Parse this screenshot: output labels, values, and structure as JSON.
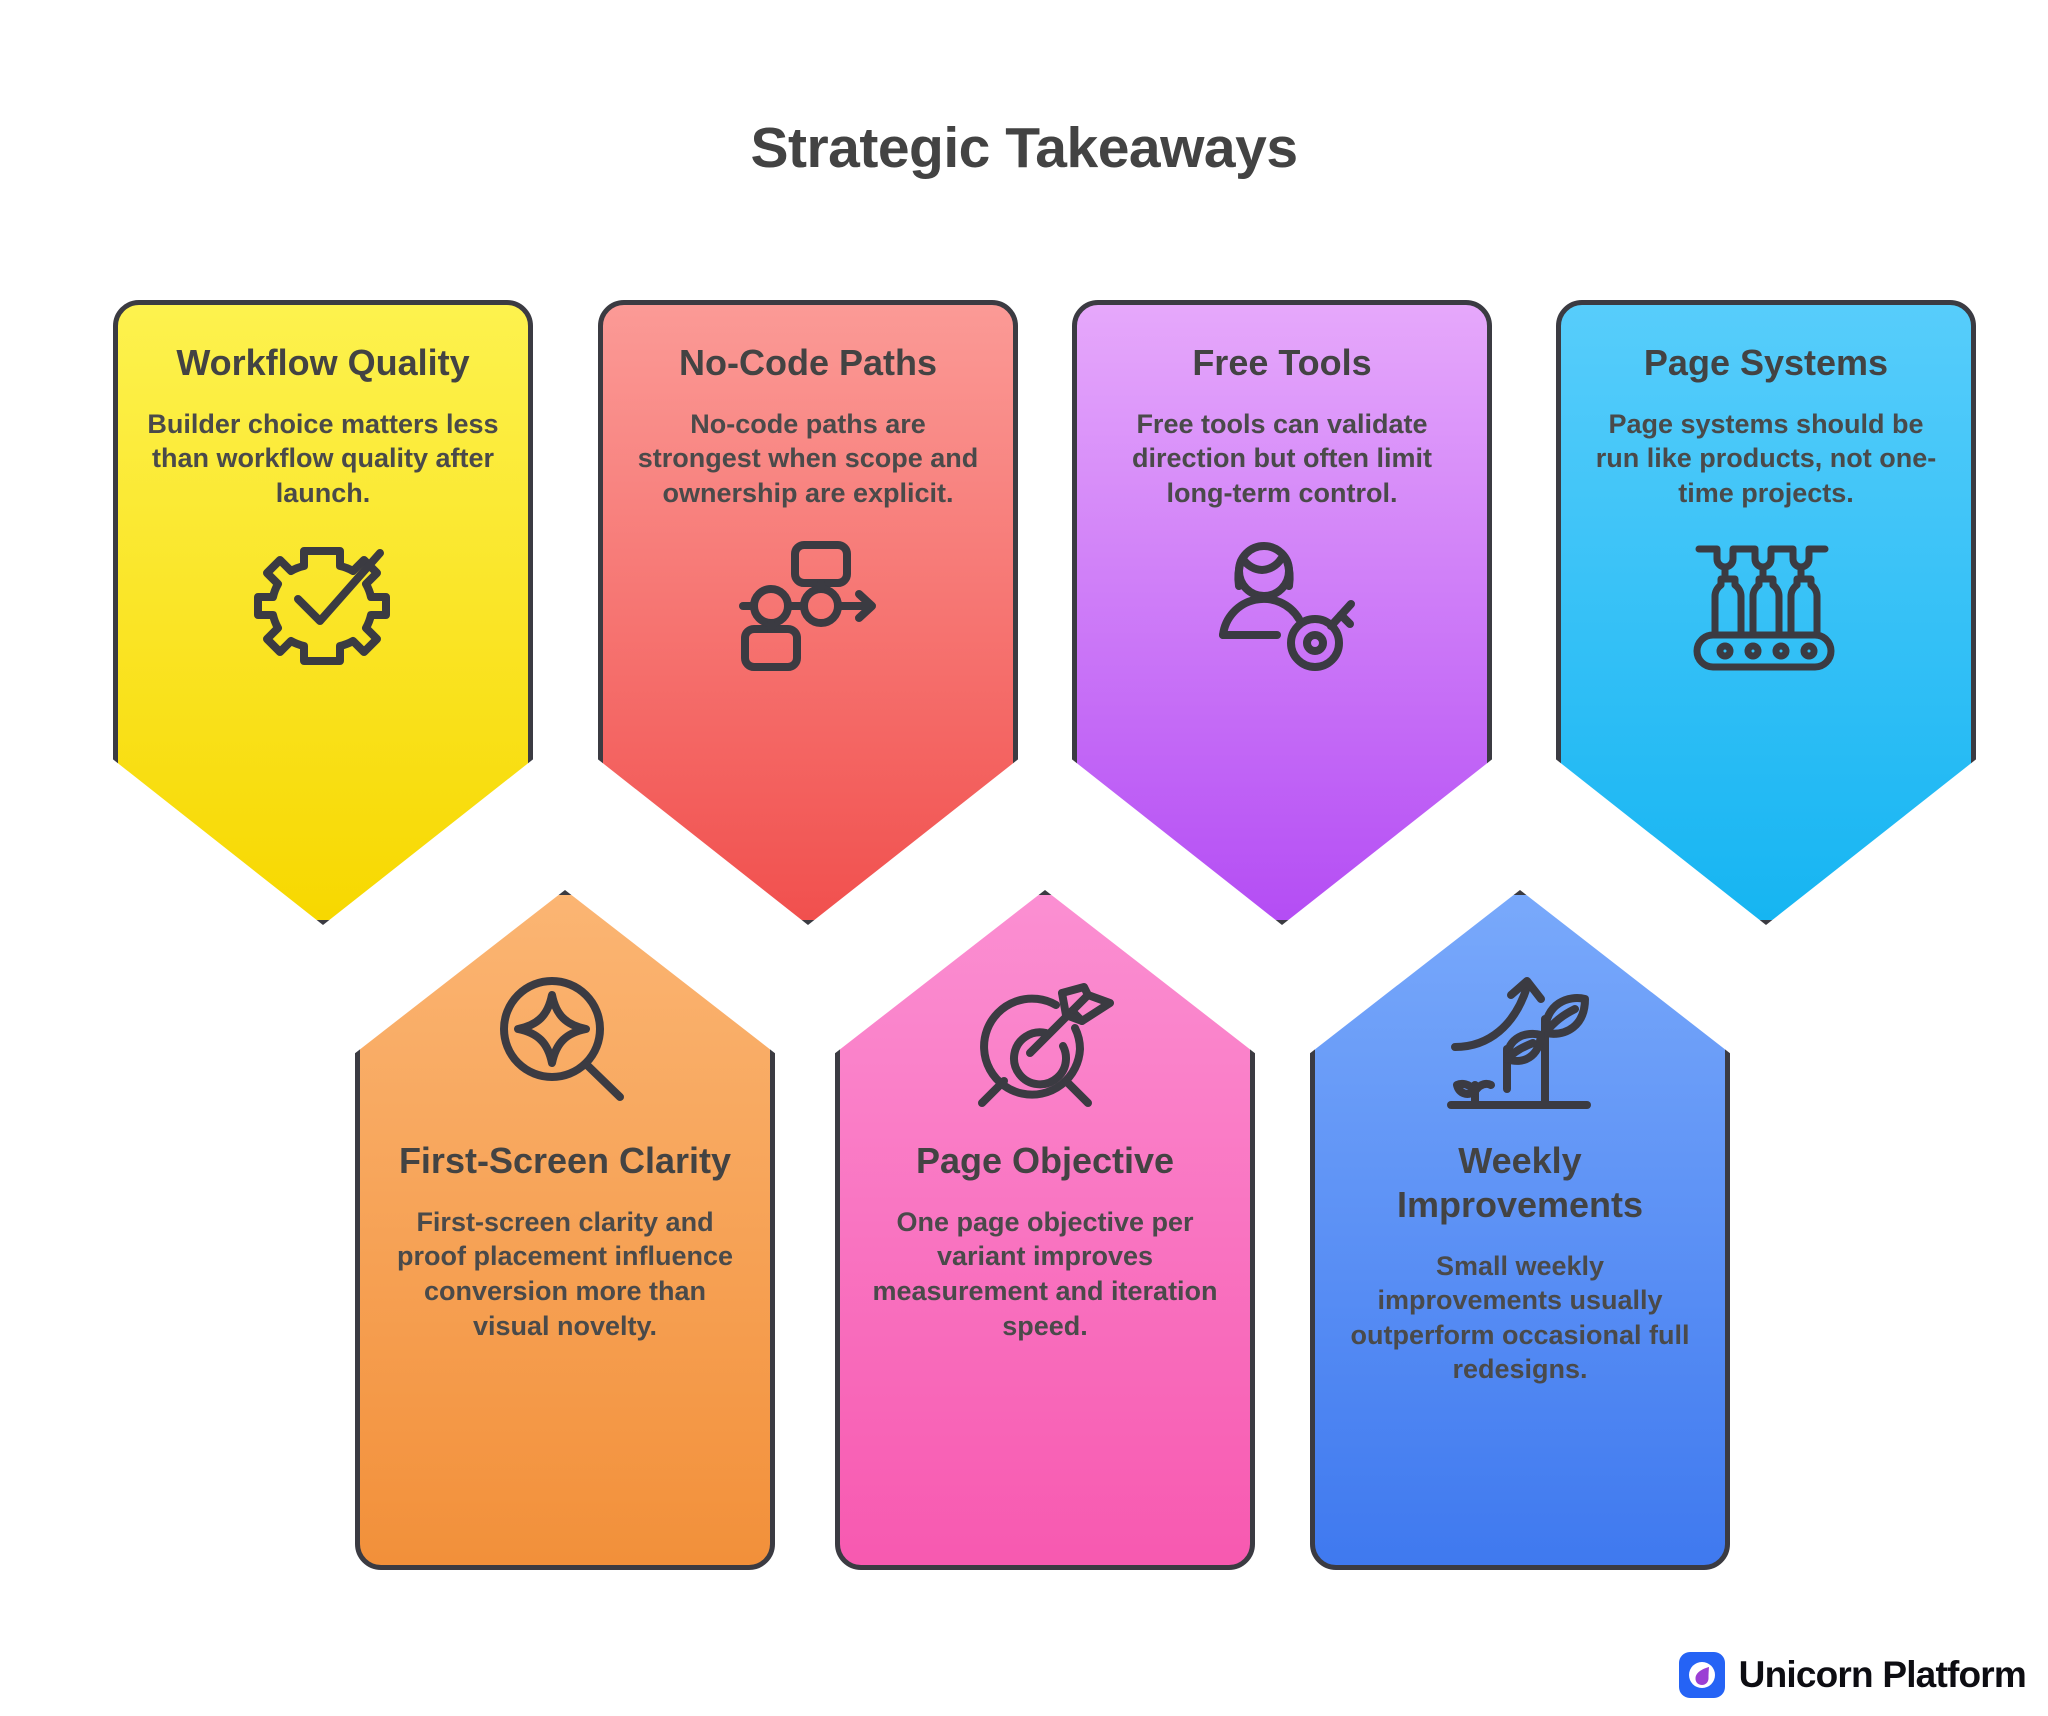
{
  "page": {
    "title": "Strategic Takeaways",
    "background": "#ffffff",
    "title_color": "#434343",
    "text_color": "#4a4a4a",
    "border_color": "#3b3b42"
  },
  "cards": [
    {
      "id": "workflow-quality",
      "title": "Workflow Quality",
      "body": "Builder choice matters less than workflow quality after launch.",
      "icon": "gear-check-icon",
      "color_top": "#fdf24e",
      "color_bottom": "#f7d800",
      "row": "top"
    },
    {
      "id": "no-code-paths",
      "title": "No-Code Paths",
      "body": "No-code paths are strongest when scope and ownership are explicit.",
      "icon": "flowchart-icon",
      "color_top": "#fb9a96",
      "color_bottom": "#f1504e",
      "row": "top"
    },
    {
      "id": "free-tools",
      "title": "Free Tools",
      "body": "Free tools can validate direction but often limit long-term control.",
      "icon": "person-key-icon",
      "color_top": "#e6a8fb",
      "color_bottom": "#b44df4",
      "row": "top"
    },
    {
      "id": "page-systems",
      "title": "Page Systems",
      "body": "Page systems should be run like products, not one-time projects.",
      "icon": "bottling-line-icon",
      "color_top": "#57cdfb",
      "color_bottom": "#16b5f2",
      "row": "top"
    },
    {
      "id": "first-screen-clarity",
      "title": "First-Screen Clarity",
      "body": "First-screen clarity and proof placement influence conversion more than visual novelty.",
      "icon": "magnifier-sparkle-icon",
      "color_top": "#fbb573",
      "color_bottom": "#f2903a",
      "row": "bottom"
    },
    {
      "id": "page-objective",
      "title": "Page Objective",
      "body": "One page objective per variant improves measurement and iteration speed.",
      "icon": "target-arrow-icon",
      "color_top": "#fb8fd2",
      "color_bottom": "#f759b0",
      "row": "bottom"
    },
    {
      "id": "weekly-improvements",
      "title": "Weekly Improvements",
      "body": "Small weekly improvements usually outperform occasional full redesigns.",
      "icon": "plant-growth-icon",
      "color_top": "#79a9fb",
      "color_bottom": "#3f79ef",
      "row": "bottom"
    }
  ],
  "footer": {
    "brand": "Unicorn Platform",
    "mark_icon": "unicorn-droplet-icon",
    "mark_color": "#2563f5",
    "droplet_color": "#9b3fd4"
  }
}
